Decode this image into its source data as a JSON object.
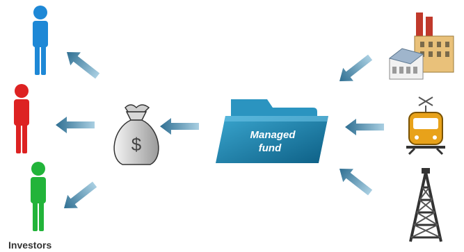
{
  "diagram": {
    "folder_label_line1": "Managed",
    "folder_label_line2": "fund",
    "investors_label": "Investors",
    "money_symbol": "$"
  },
  "colors": {
    "arrow": "#4f8fb0",
    "folder": "#1d7fa8",
    "investor_top": "#1e88d6",
    "investor_middle": "#dd2222",
    "investor_bottom": "#22b43a",
    "tram": "#e8a21a"
  },
  "icons": [
    "person-icon",
    "money-bag-icon",
    "folder-icon",
    "factory-icon",
    "tram-icon",
    "oil-derrick-icon"
  ]
}
